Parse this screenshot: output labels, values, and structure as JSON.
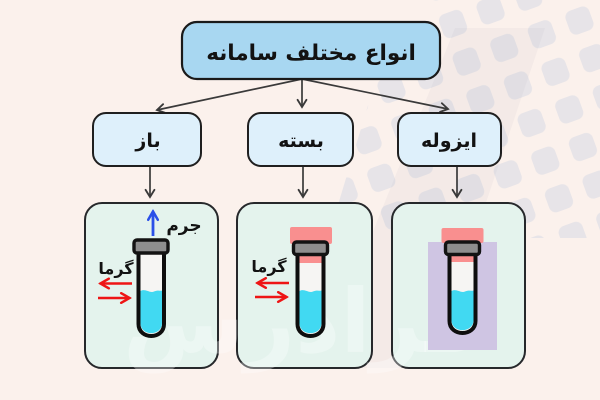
{
  "diagram": {
    "title": "انواع مختلف سامانه",
    "nodes": [
      {
        "id": "open",
        "label": "باز"
      },
      {
        "id": "closed",
        "label": "بسته"
      },
      {
        "id": "isolated",
        "label": "ایزوله"
      }
    ],
    "panels": {
      "open": {
        "mass_label": "جرم",
        "heat_label": "گرما"
      },
      "closed": {
        "heat_label": "گرما"
      },
      "isolated": {}
    },
    "watermark": "فرادرس",
    "colors": {
      "background": "#fbf1ec",
      "title_box_fill": "#a8d7f1",
      "node_box_fill": "#def0fb",
      "panel_fill": "#e4f3ed",
      "outline": "#1a1a1a",
      "tube_liquid": "#41d9f2",
      "stopper": "#f98f8f",
      "insulation": "#cfc5e3",
      "heat_arrow": "#ee1515",
      "mass_arrow": "#2b50e8",
      "connector": "#3a3a3a"
    }
  }
}
